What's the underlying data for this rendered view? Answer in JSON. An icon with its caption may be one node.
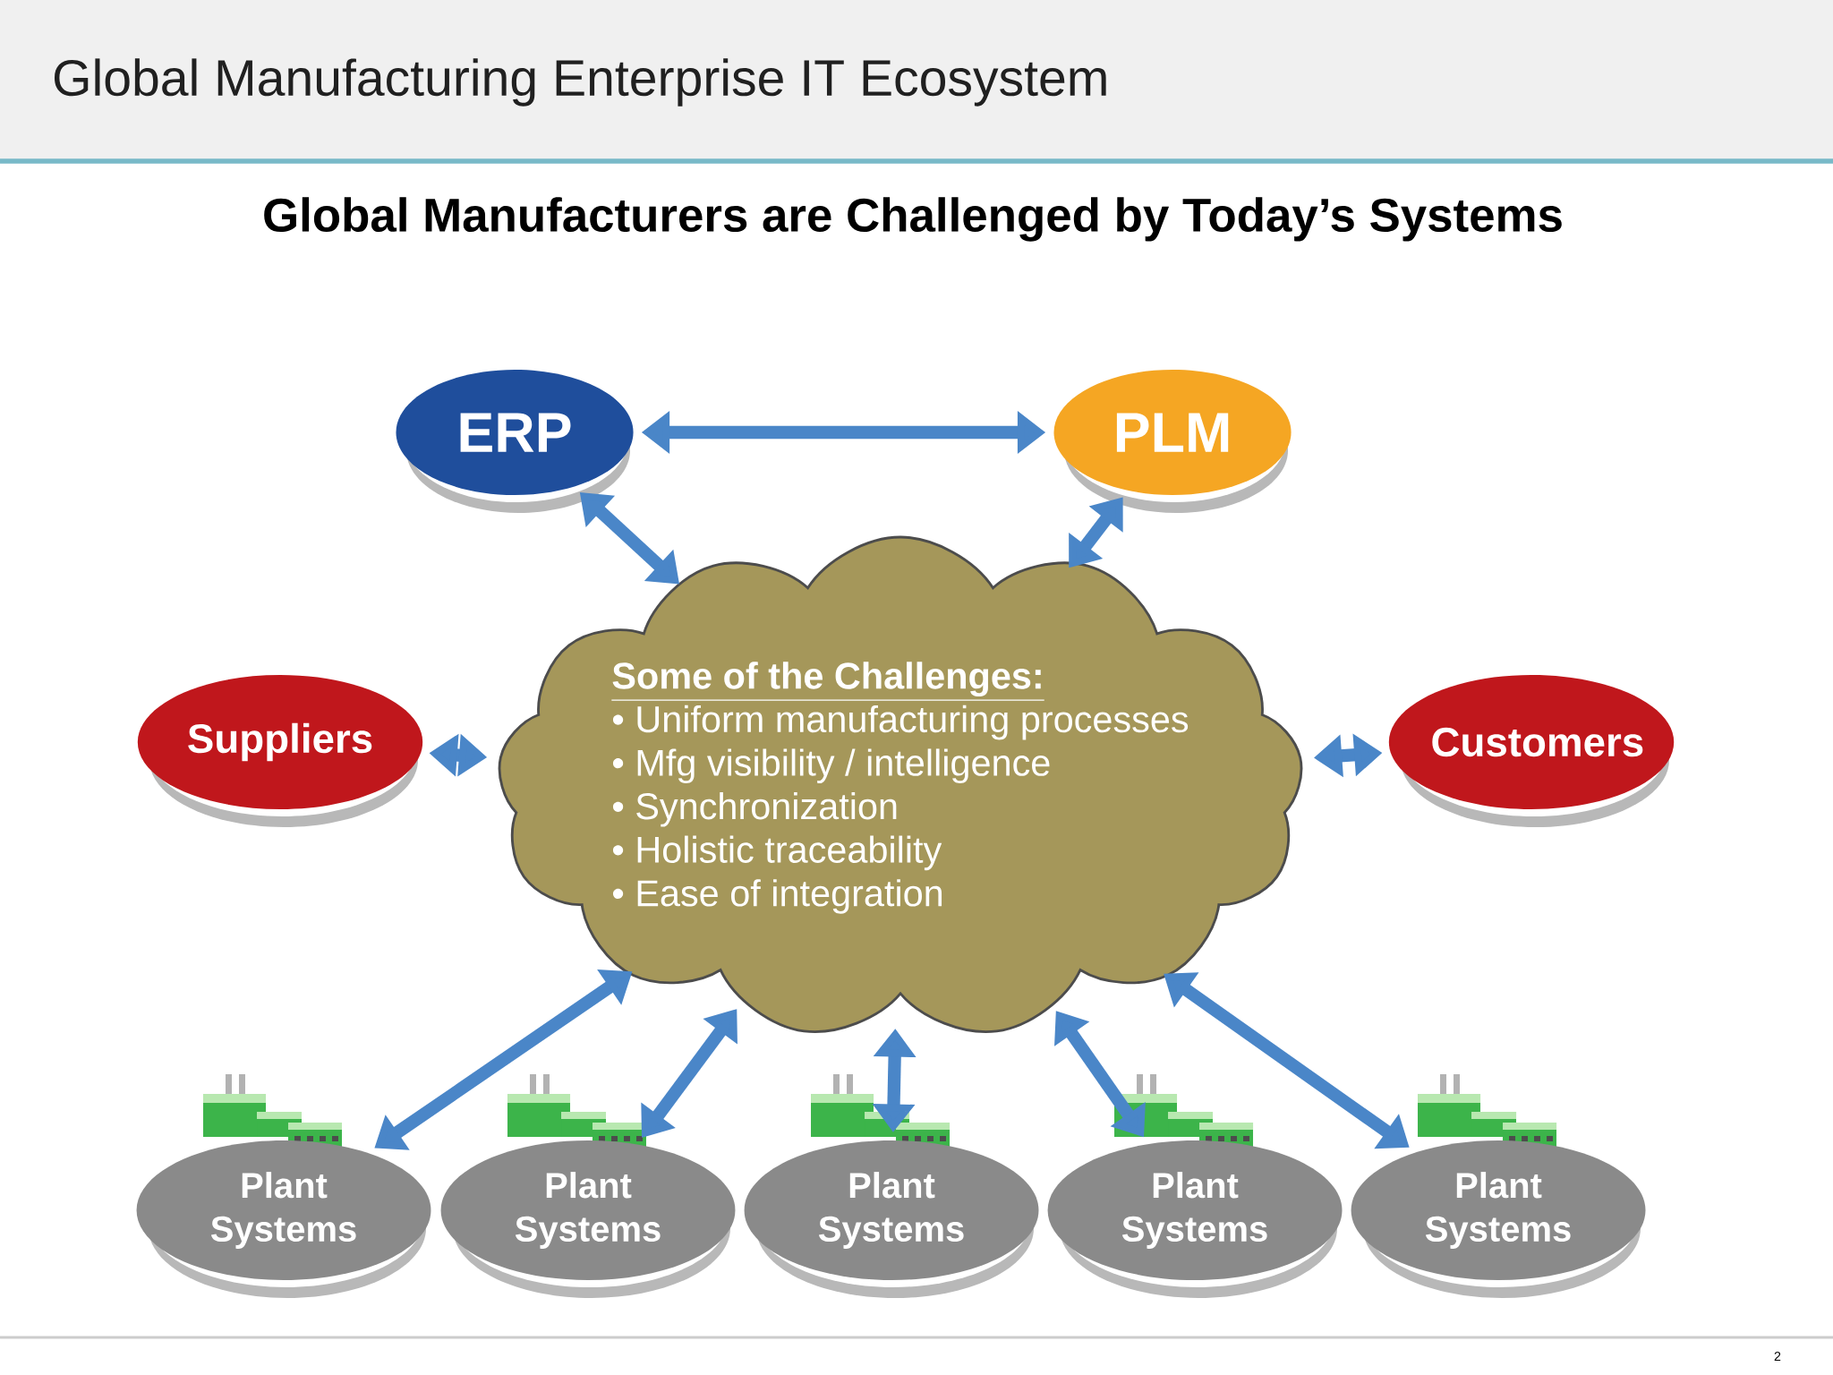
{
  "diagram": {
    "title": "Global Manufacturing Enterprise IT Ecosystem",
    "nodes": [
      {
        "text": [
          "ERP"
        ]
      },
      {
        "text": [
          "PLM"
        ]
      },
      {
        "text": [
          "Some of the Challenges:",
          "• Uniform manufacturing processes",
          "• Mfg visibility / intelligence",
          "• Synchronization",
          "• Holistic traceability",
          "• Ease of integration"
        ]
      },
      {
        "text": [
          "Suppliers"
        ]
      },
      {
        "text": [
          "Customers"
        ]
      },
      {
        "text": [
          "Plant Systems"
        ]
      },
      {
        "text": [
          "Plant Systems"
        ]
      },
      {
        "text": [
          "Plant Systems"
        ]
      },
      {
        "text": [
          "Plant Systems"
        ]
      },
      {
        "text": [
          "Plant Systems"
        ]
      }
    ],
    "edges": [
      {
        "from": 0,
        "to": 1,
        "arrow": "both"
      },
      {
        "from": 0,
        "to": 2,
        "arrow": "both"
      },
      {
        "from": 1,
        "to": 2,
        "arrow": "both"
      },
      {
        "from": 3,
        "to": 2,
        "arrow": "both"
      },
      {
        "from": 4,
        "to": 2,
        "arrow": "both"
      },
      {
        "from": 2,
        "to": 5,
        "arrow": "both"
      },
      {
        "from": 2,
        "to": 6,
        "arrow": "both"
      },
      {
        "from": 2,
        "to": 7,
        "arrow": "both"
      },
      {
        "from": 2,
        "to": 8,
        "arrow": "both"
      },
      {
        "from": 2,
        "to": 9,
        "arrow": "both"
      }
    ],
    "labels": [
      "Global Manufacturers are Challenged by Today’s Systems",
      "2"
    ]
  }
}
